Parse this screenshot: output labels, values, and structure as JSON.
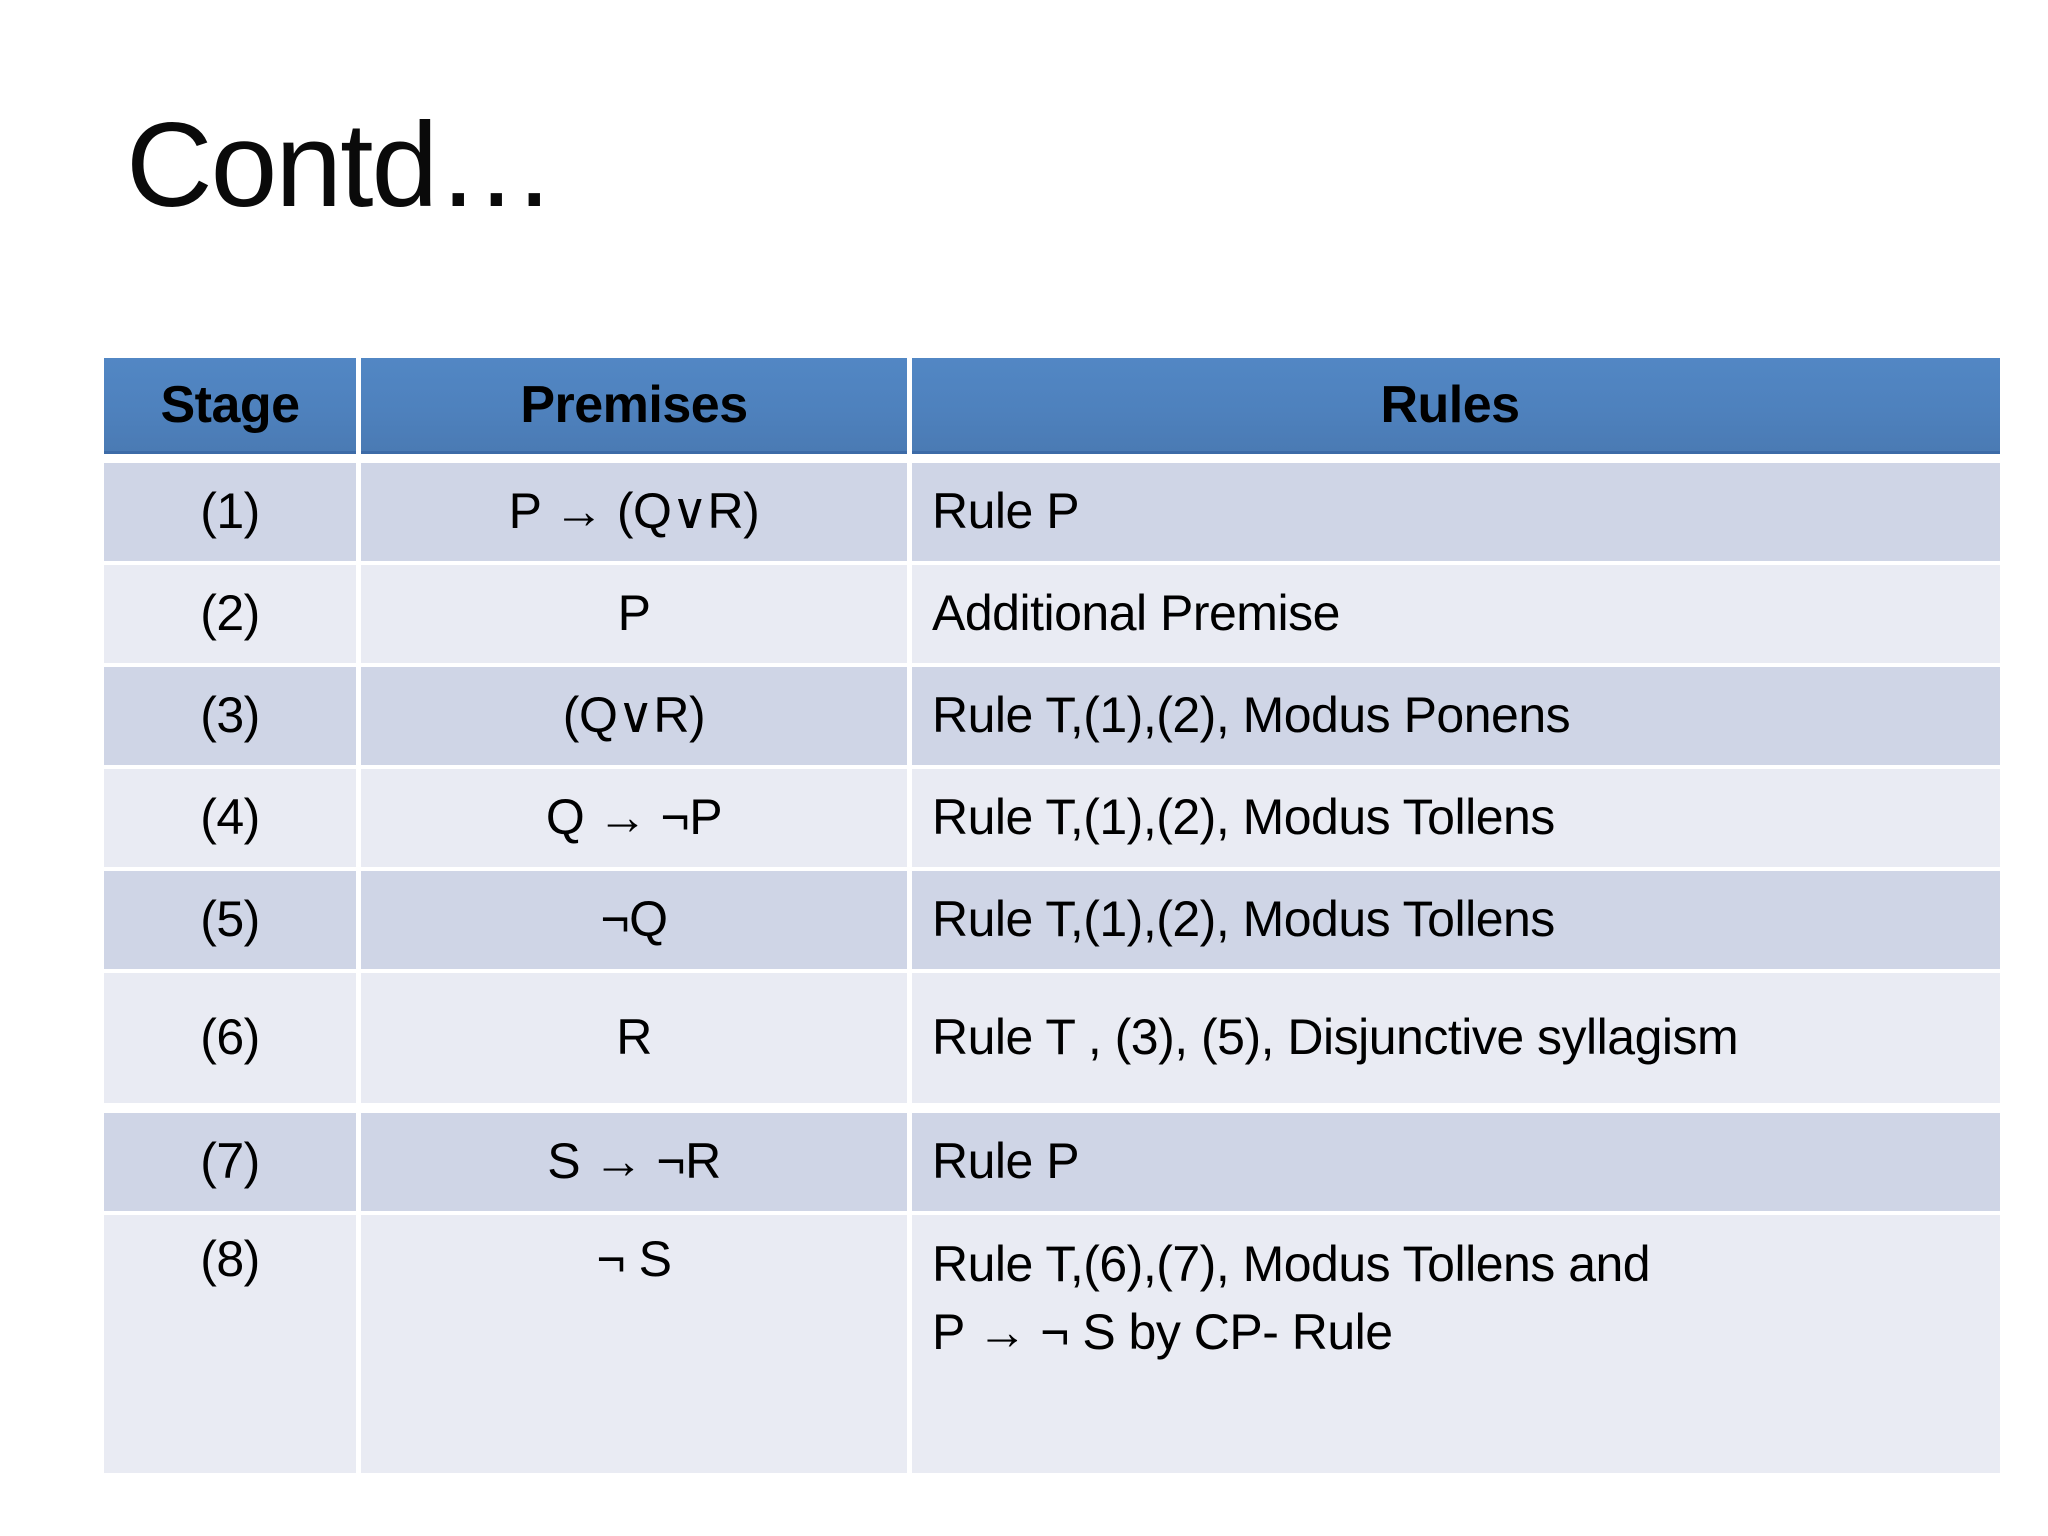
{
  "slide": {
    "title": "Contd…"
  },
  "table": {
    "headers": [
      "Stage",
      "Premises",
      "Rules"
    ],
    "rows": [
      {
        "stage": "(1)",
        "premise": "P → (Q∨R)",
        "rule": "Rule P"
      },
      {
        "stage": "(2)",
        "premise": "P",
        "rule": "Additional Premise"
      },
      {
        "stage": "(3)",
        "premise": "(Q∨R)",
        "rule": "Rule T,(1),(2), Modus Ponens"
      },
      {
        "stage": "(4)",
        "premise": "Q → ¬P",
        "rule": "Rule T,(1),(2), Modus Tollens"
      },
      {
        "stage": "(5)",
        "premise": "¬Q",
        "rule": "Rule T,(1),(2), Modus Tollens"
      },
      {
        "stage": "(6)",
        "premise": "R",
        "rule": "Rule T , (3), (5), Disjunctive syllagism"
      },
      {
        "stage": "(7)",
        "premise": "S → ¬R",
        "rule": "Rule P"
      },
      {
        "stage": "(8)",
        "premise": "¬ S",
        "rule": "Rule T,(6),(7), Modus Tollens and",
        "rule_line2": "P → ¬ S by CP- Rule"
      }
    ],
    "colors": {
      "header_bg": "#4E81BD",
      "row_odd_bg": "#CFD5E6",
      "row_even_bg": "#E9EBF3"
    }
  }
}
